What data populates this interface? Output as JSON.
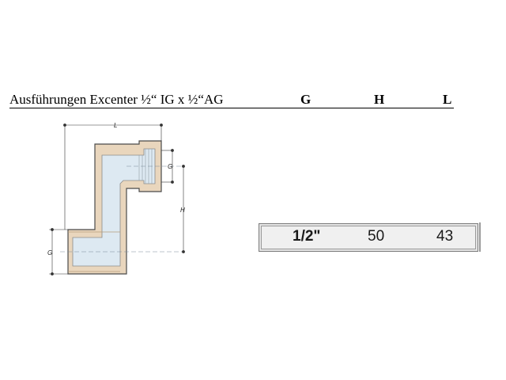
{
  "header": {
    "title": "Ausführungen Excenter ½“ IG x ½“AG",
    "col_g": "G",
    "col_h": "H",
    "col_l": "L"
  },
  "drawing": {
    "dim_l": "L",
    "dim_g_top": "G",
    "dim_h": "H",
    "dim_g_bottom": "G",
    "colors": {
      "body": "#e9d6bd",
      "outline": "#4a4a4a",
      "bore": "#dde9f2"
    }
  },
  "row": {
    "g": "1/2\"",
    "h": "50",
    "l": "43"
  }
}
